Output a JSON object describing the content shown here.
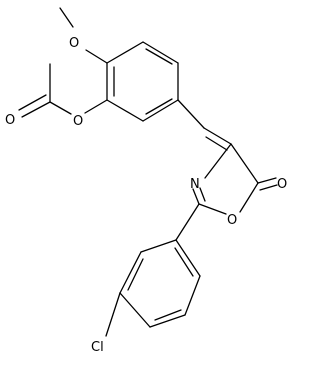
{
  "molecule": {
    "atom_labels": {
      "o_methoxy": "O",
      "o_ester_carbonyl": "O",
      "o_ester": "O",
      "n_ring": "N",
      "o_ring": "O",
      "o_lactone": "O",
      "cl": "Cl"
    }
  }
}
